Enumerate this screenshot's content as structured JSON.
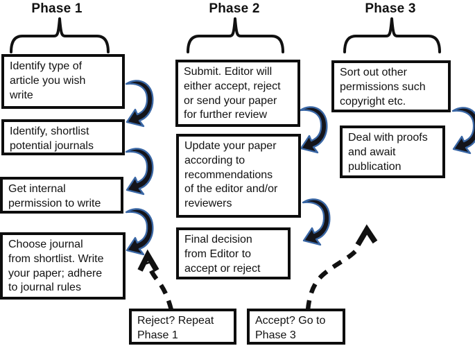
{
  "colors": {
    "box_border": "#0d0d0d",
    "text": "#111111",
    "arrow_fill": "#14141a",
    "arrow_outline": "#3A67A5",
    "background": "#ffffff"
  },
  "phases": [
    {
      "label": "Phase 1",
      "boxes": [
        {
          "text": "Identify type of\narticle you wish\nwrite"
        },
        {
          "text": "Identify, shortlist\npotential journals"
        },
        {
          "text": "Get internal\npermission to write"
        },
        {
          "text": "Choose journal\nfrom shortlist. Write\nyour paper; adhere\nto journal rules"
        }
      ]
    },
    {
      "label": "Phase 2",
      "boxes": [
        {
          "text": "Submit. Editor will\neither accept, reject\nor send your paper\nfor further review"
        },
        {
          "text": "Update your paper\naccording to\nrecommendations\nof the editor and/or\nreviewers"
        },
        {
          "text": "Final decision\nfrom Editor to\naccept or reject"
        }
      ]
    },
    {
      "label": "Phase 3",
      "boxes": [
        {
          "text": "Sort out other\npermissions such\ncopyright etc."
        },
        {
          "text": "Deal with proofs\nand await\npublication"
        }
      ]
    }
  ],
  "decision": [
    {
      "text": "Reject? Repeat\nPhase 1"
    },
    {
      "text": "Accept? Go to\nPhase 3"
    }
  ],
  "arrows": {
    "solid_curved": [
      {
        "from": "identify-article-type",
        "to": "shortlist-journals"
      },
      {
        "from": "shortlist-journals",
        "to": "internal-permission"
      },
      {
        "from": "internal-permission",
        "to": "choose-journal-write"
      },
      {
        "from": "submit-editor",
        "to": "update-paper"
      },
      {
        "from": "update-paper",
        "to": "final-decision"
      },
      {
        "from": "sort-permissions",
        "to": "deal-proofs"
      }
    ],
    "dashed": [
      {
        "from": "reject-repeat-phase-1",
        "to": "choose-journal-write"
      },
      {
        "from": "accept-go-to-phase-3",
        "to": "phase-3"
      }
    ]
  }
}
